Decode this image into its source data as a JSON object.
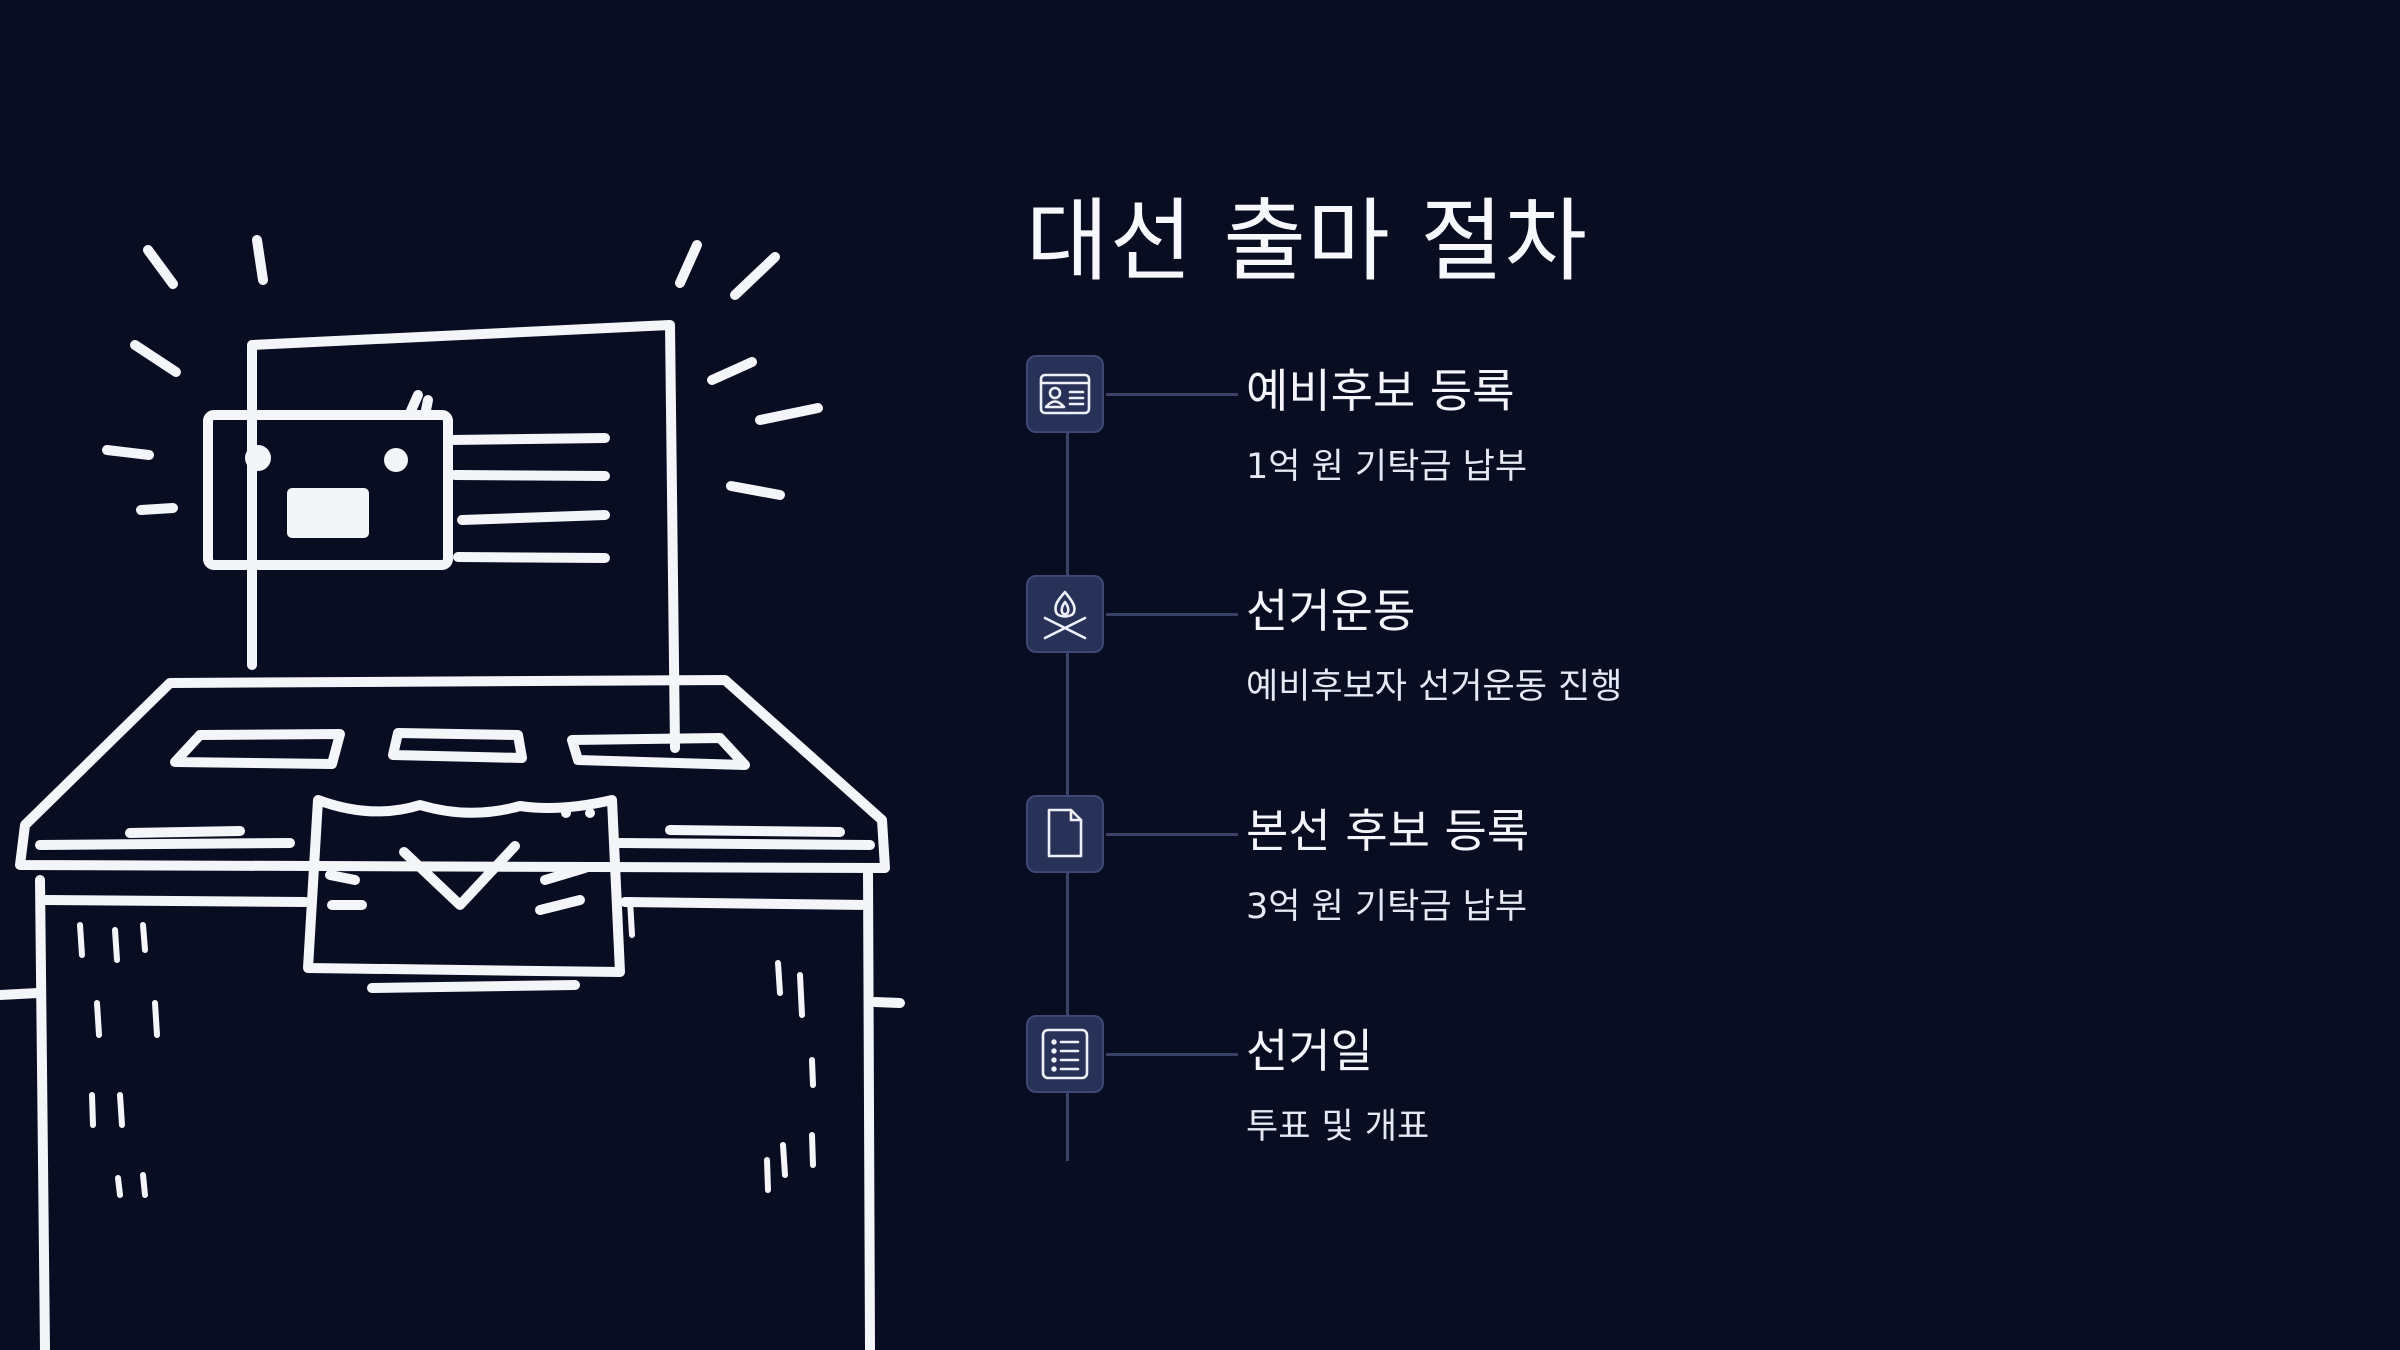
{
  "title": "대선 출마 절차",
  "steps": [
    {
      "icon": "id-card-icon",
      "title": "예비후보 등록",
      "description": "1억 원 기탁금 납부"
    },
    {
      "icon": "campfire-icon",
      "title": "선거운동",
      "description": "예비후보자 선거운동 진행"
    },
    {
      "icon": "document-icon",
      "title": "본선 후보 등록",
      "description": "3억 원 기탁금 납부"
    },
    {
      "icon": "list-icon",
      "title": "선거일",
      "description": "투표 및 개표"
    }
  ],
  "colors": {
    "background": "#080d22",
    "icon_box": "#283158",
    "line": "#3a4267",
    "text": "#f3f5fb"
  }
}
